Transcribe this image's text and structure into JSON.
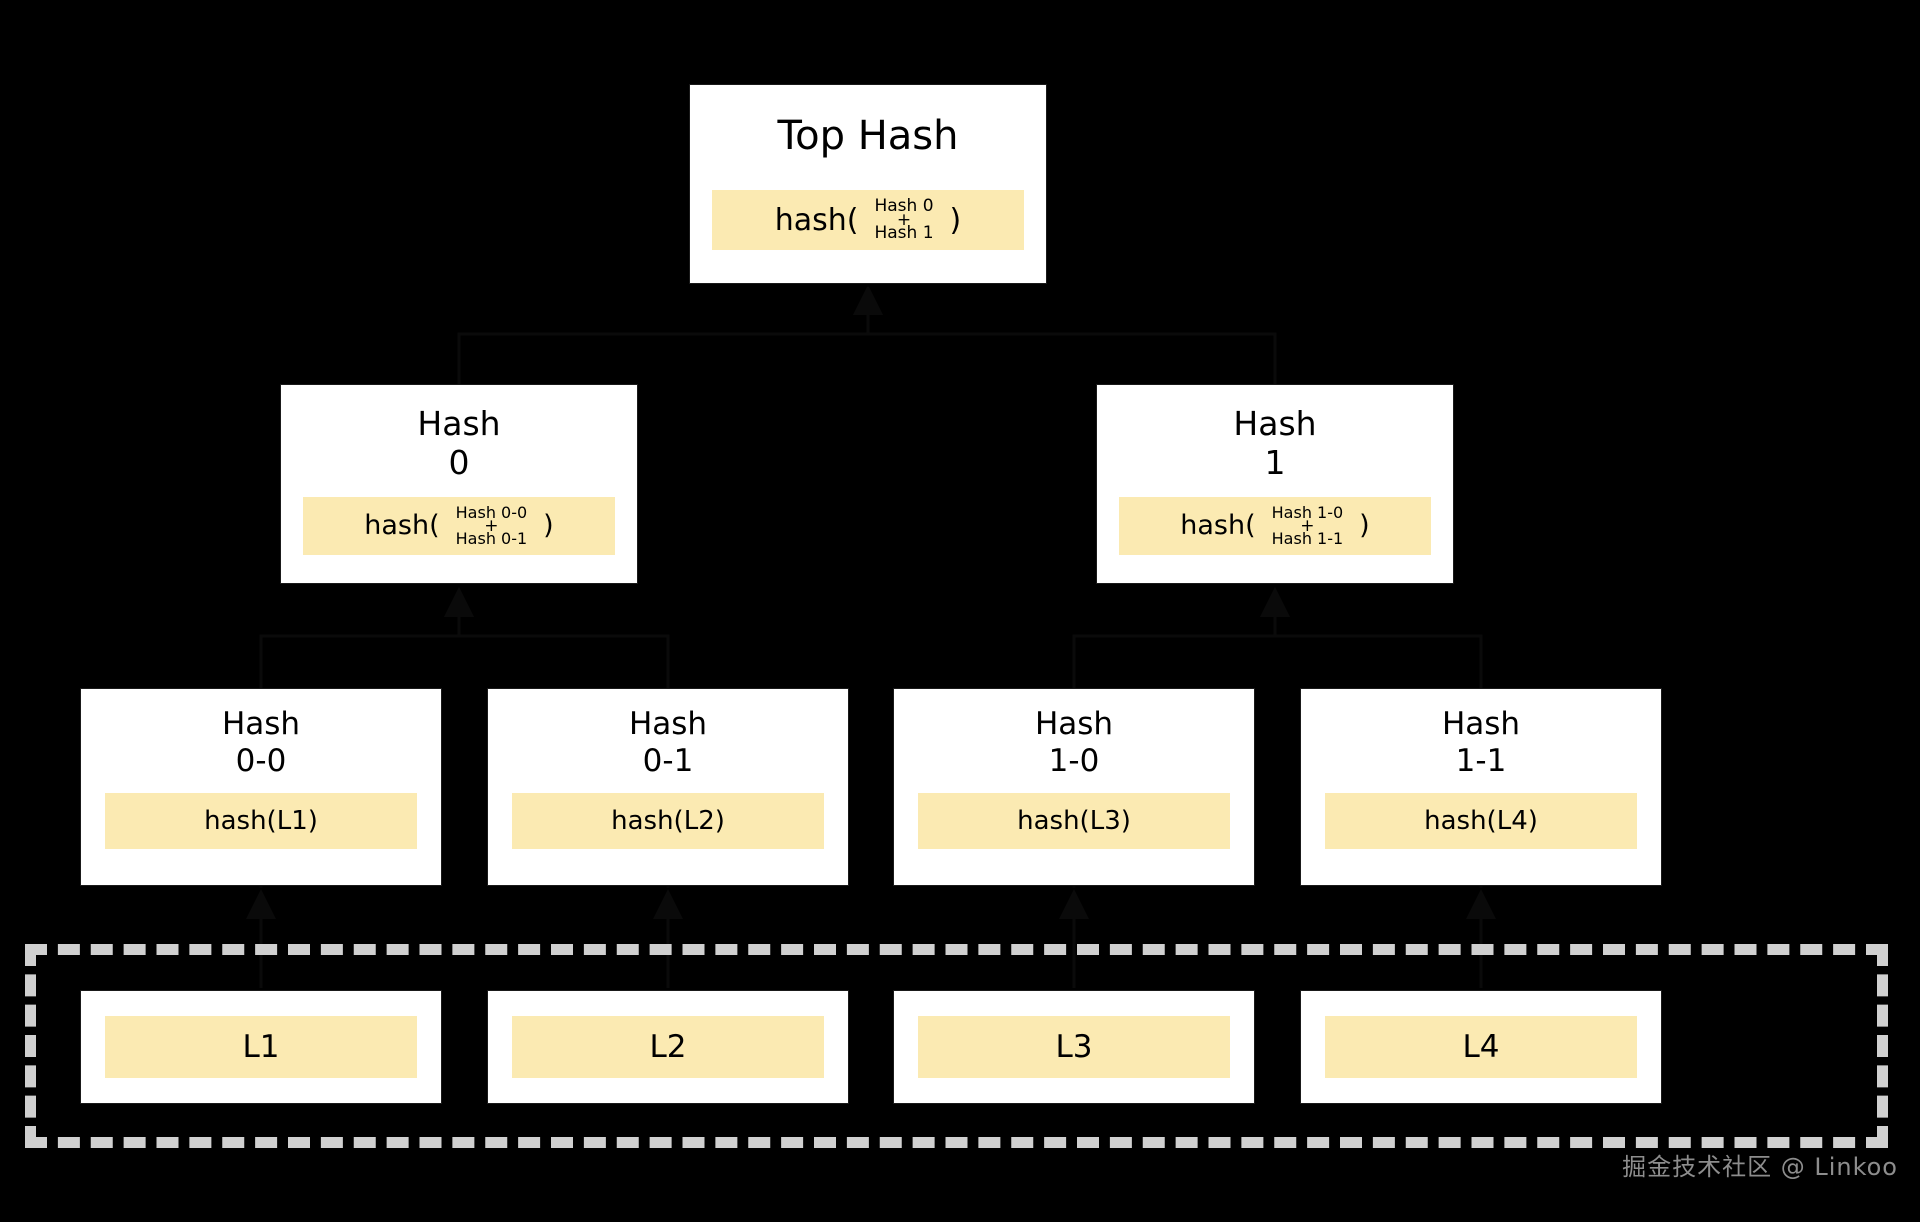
{
  "diagram": {
    "type": "merkle-tree",
    "background_color": "#000000",
    "node_fill": "#ffffff",
    "highlight_color": "#fbeab2",
    "dashed_container_color": "#d0d0d0"
  },
  "root": {
    "title": "Top Hash",
    "expr_fn": "hash(",
    "expr_arg_top": "Hash 0",
    "expr_arg_plus": "+",
    "expr_arg_bottom": "Hash 1",
    "expr_close": ")"
  },
  "mid_nodes": [
    {
      "title": "Hash\n0",
      "expr_fn": "hash(",
      "expr_arg_top": "Hash 0-0",
      "expr_arg_plus": "+",
      "expr_arg_bottom": "Hash 0-1",
      "expr_close": ")"
    },
    {
      "title": "Hash\n1",
      "expr_fn": "hash(",
      "expr_arg_top": "Hash 1-0",
      "expr_arg_plus": "+",
      "expr_arg_bottom": "Hash 1-1",
      "expr_close": ")"
    }
  ],
  "leaf_hashes": [
    {
      "title": "Hash\n0-0",
      "expr": "hash(L1)"
    },
    {
      "title": "Hash\n0-1",
      "expr": "hash(L2)"
    },
    {
      "title": "Hash\n1-0",
      "expr": "hash(L3)"
    },
    {
      "title": "Hash\n1-1",
      "expr": "hash(L4)"
    }
  ],
  "data_blocks": [
    {
      "label": "L1"
    },
    {
      "label": "L2"
    },
    {
      "label": "L3"
    },
    {
      "label": "L4"
    }
  ],
  "watermark": {
    "text": "掘金技术社区 @ Linkoo"
  }
}
